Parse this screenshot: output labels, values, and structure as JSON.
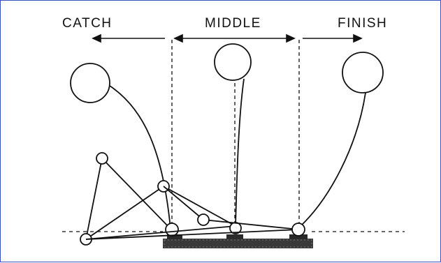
{
  "diagram": {
    "phases": [
      {
        "label": "CATCH"
      },
      {
        "label": "MIDDLE"
      },
      {
        "label": "FINISH"
      }
    ],
    "colors": {
      "ink": "#111111",
      "frame_border": "#3a4fc4",
      "background": "#ffffff",
      "ground": "#3a3a3a"
    }
  }
}
